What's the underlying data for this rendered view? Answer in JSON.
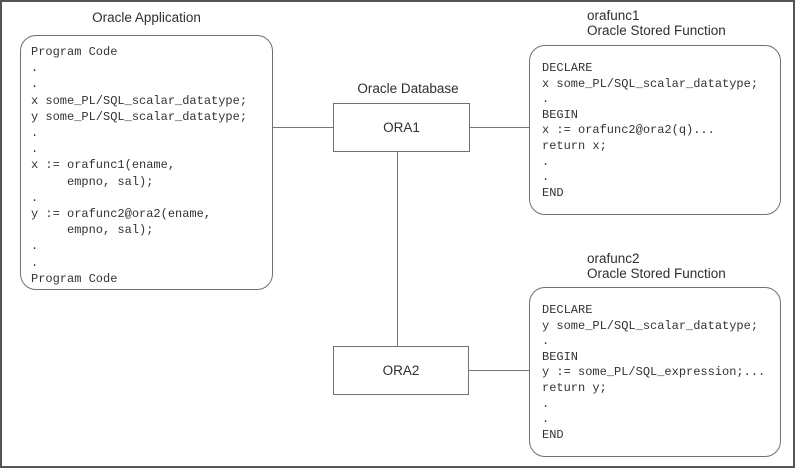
{
  "application": {
    "title": "Oracle Application",
    "code_lines": [
      "Program Code",
      ".",
      ".",
      "x some_PL/SQL_scalar_datatype;",
      "y some_PL/SQL_scalar_datatype;",
      ".",
      ".",
      "x := orafunc1(ename,",
      "     empno, sal);",
      ".",
      "y := orafunc2@ora2(ename,",
      "     empno, sal);",
      ".",
      ".",
      "Program Code"
    ]
  },
  "database": {
    "label": "Oracle Database",
    "nodes": [
      {
        "name": "ORA1"
      },
      {
        "name": "ORA2"
      }
    ]
  },
  "orafunc1": {
    "name": "orafunc1",
    "subtitle": "Oracle Stored Function",
    "code_lines": [
      "DECLARE",
      "x some_PL/SQL_scalar_datatype;",
      ".",
      "BEGIN",
      "x := orafunc2@ora2(q)...",
      "return x;",
      ".",
      ".",
      "END"
    ]
  },
  "orafunc2": {
    "name": "orafunc2",
    "subtitle": "Oracle Stored Function",
    "code_lines": [
      "DECLARE",
      "y some_PL/SQL_scalar_datatype;",
      ".",
      "BEGIN",
      "y := some_PL/SQL_expression;...",
      "return y;",
      ".",
      ".",
      "END"
    ]
  },
  "colors": {
    "canvas-border": "#555555",
    "box-border": "#707070",
    "connector": "#777777",
    "text": "#2f2f2f",
    "code-text": "#333333",
    "background": "#ffffff"
  }
}
